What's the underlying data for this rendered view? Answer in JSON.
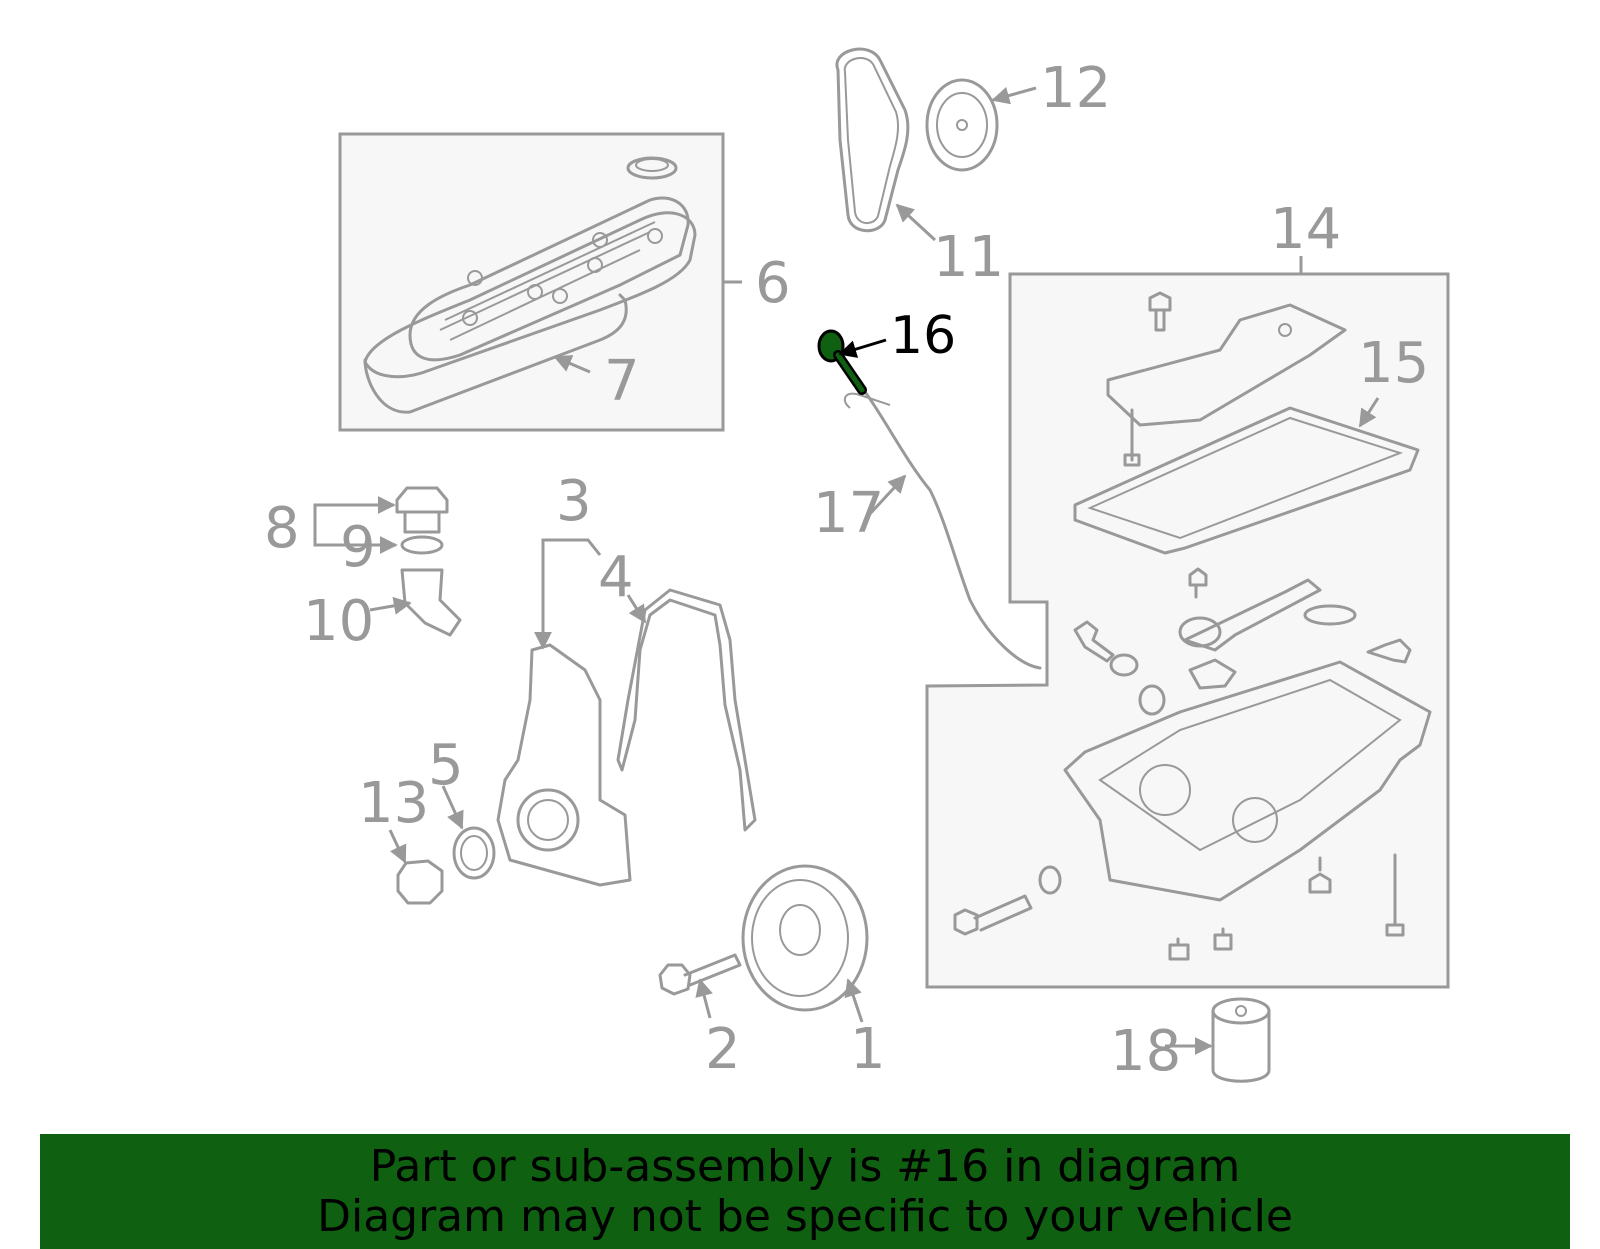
{
  "diagram": {
    "highlight_color": "#0f6010",
    "callouts": [
      {
        "id": "1",
        "label": "1"
      },
      {
        "id": "2",
        "label": "2"
      },
      {
        "id": "3",
        "label": "3"
      },
      {
        "id": "4",
        "label": "4"
      },
      {
        "id": "5",
        "label": "5"
      },
      {
        "id": "6",
        "label": "6"
      },
      {
        "id": "7",
        "label": "7"
      },
      {
        "id": "8",
        "label": "8"
      },
      {
        "id": "9",
        "label": "9"
      },
      {
        "id": "10",
        "label": "10"
      },
      {
        "id": "11",
        "label": "11"
      },
      {
        "id": "12",
        "label": "12"
      },
      {
        "id": "13",
        "label": "13"
      },
      {
        "id": "14",
        "label": "14"
      },
      {
        "id": "15",
        "label": "15"
      },
      {
        "id": "16",
        "label": "16"
      },
      {
        "id": "17",
        "label": "17"
      },
      {
        "id": "18",
        "label": "18"
      }
    ]
  },
  "banner": {
    "line1": "Part or sub-assembly is #16 in diagram",
    "line2": "Diagram may not be specific to your vehicle",
    "color": "#0f6010"
  }
}
